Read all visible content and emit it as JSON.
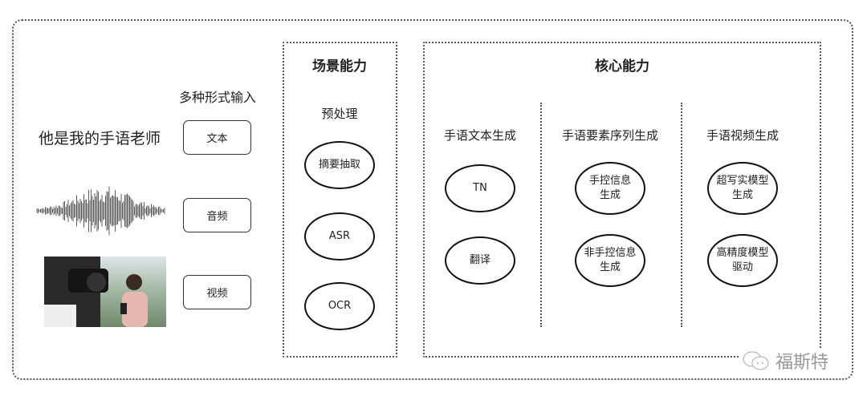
{
  "input": {
    "title": "多种形式输入",
    "sample_text": "他是我的手语老师",
    "boxes": [
      "文本",
      "音频",
      "视频"
    ]
  },
  "scene": {
    "title": "场景能力",
    "subtitle": "预处理",
    "items": [
      "摘要抽取",
      "ASR",
      "OCR"
    ]
  },
  "core": {
    "title": "核心能力",
    "columns": [
      {
        "heading": "手语文本生成",
        "items": [
          "TN",
          "翻译"
        ]
      },
      {
        "heading": "手语要素序列生成",
        "items": [
          "手控信息\n生成",
          "非手控信息\n生成"
        ]
      },
      {
        "heading": "手语视频生成",
        "items": [
          "超写实模型\n生成",
          "高精度模型\n驱动"
        ]
      }
    ]
  },
  "watermark": "福斯特"
}
